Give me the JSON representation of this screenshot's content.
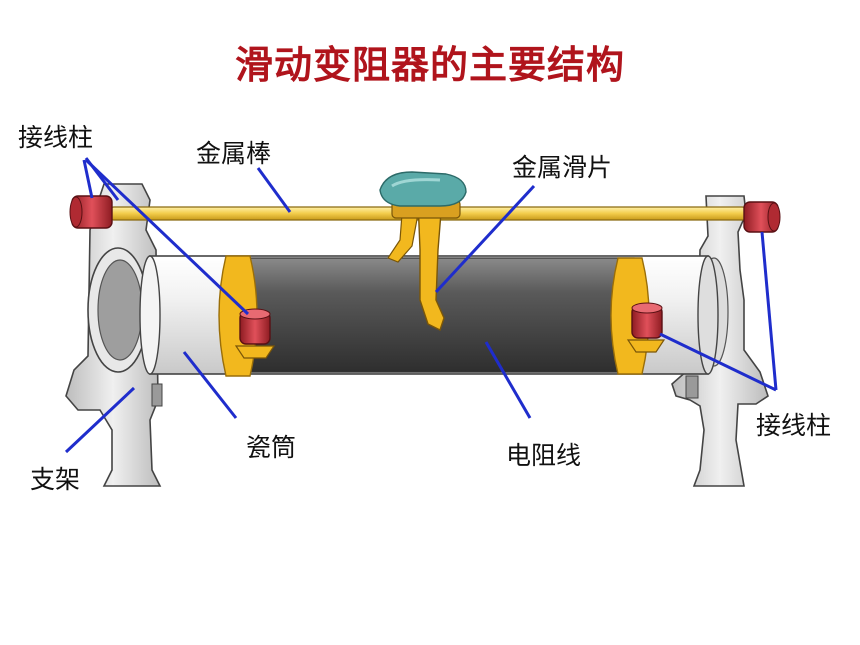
{
  "title": "滑动变阻器的主要结构",
  "colors": {
    "title": "#b0141c",
    "leader_line": "#1f2dcc",
    "rod": "#f2cc4a",
    "terminal": "#c8323c",
    "resistance_wire": "#4a4a4a",
    "porcelain_tube": "#e6e6e6",
    "slider_top": "#5aaaa8",
    "bracket": "#d9d9d9"
  },
  "labels": {
    "terminal_left": "接线柱",
    "metal_rod": "金属棒",
    "metal_slider": "金属滑片",
    "terminal_right": "接线柱",
    "porcelain_tube": "瓷筒",
    "resistance_wire": "电阻线",
    "bracket": "支架"
  }
}
